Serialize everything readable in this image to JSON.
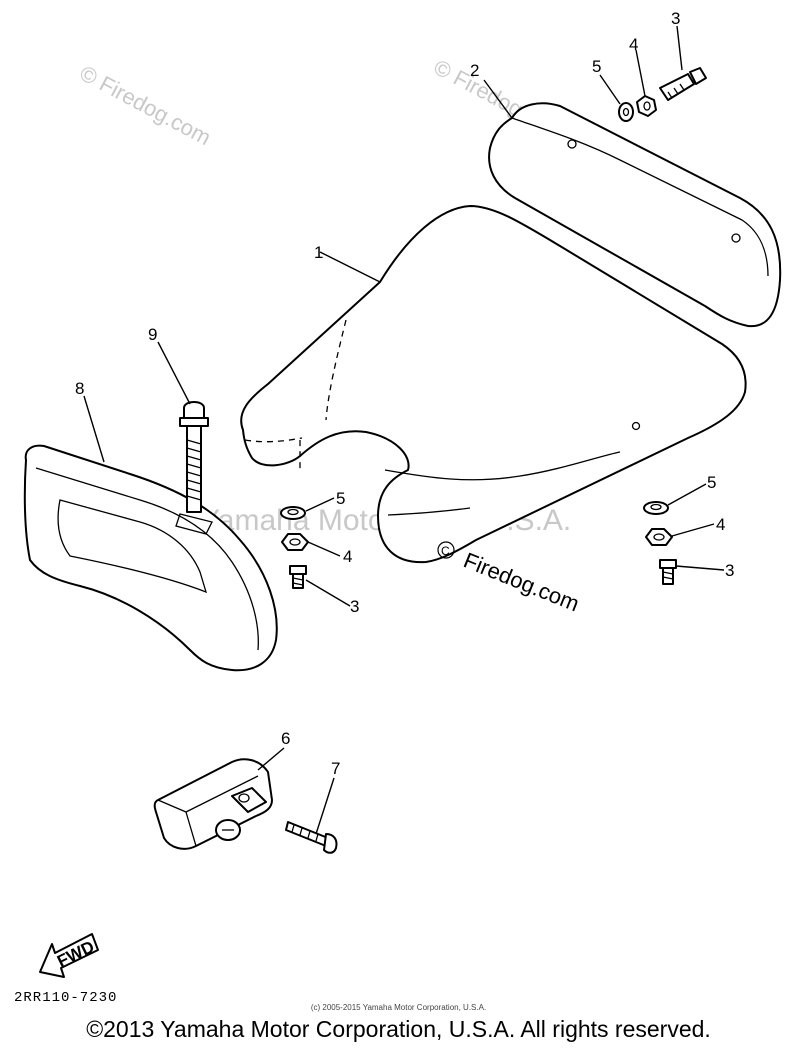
{
  "diagram": {
    "callouts": [
      {
        "id": "c1",
        "text": "1"
      },
      {
        "id": "c2",
        "text": "2"
      },
      {
        "id": "c3a",
        "text": "3"
      },
      {
        "id": "c3b",
        "text": "3"
      },
      {
        "id": "c3c",
        "text": "3"
      },
      {
        "id": "c4a",
        "text": "4"
      },
      {
        "id": "c4b",
        "text": "4"
      },
      {
        "id": "c4c",
        "text": "4"
      },
      {
        "id": "c5a",
        "text": "5"
      },
      {
        "id": "c5b",
        "text": "5"
      },
      {
        "id": "c5c",
        "text": "5"
      },
      {
        "id": "c6",
        "text": "6"
      },
      {
        "id": "c7",
        "text": "7"
      },
      {
        "id": "c8",
        "text": "8"
      },
      {
        "id": "c9",
        "text": "9"
      }
    ],
    "fwd_label": "FWD",
    "drawing_code": "2RR110-7230"
  },
  "watermarks": {
    "site": "© Firedog.com",
    "site_text": "Firedog.com",
    "company": "Yamaha Motor Corp. U.S.A."
  },
  "fine_print": "(c) 2005-2015 Yamaha Motor Corporation, U.S.A.",
  "footer": "©2013 Yamaha Motor Corporation, U.S.A. All rights reserved."
}
